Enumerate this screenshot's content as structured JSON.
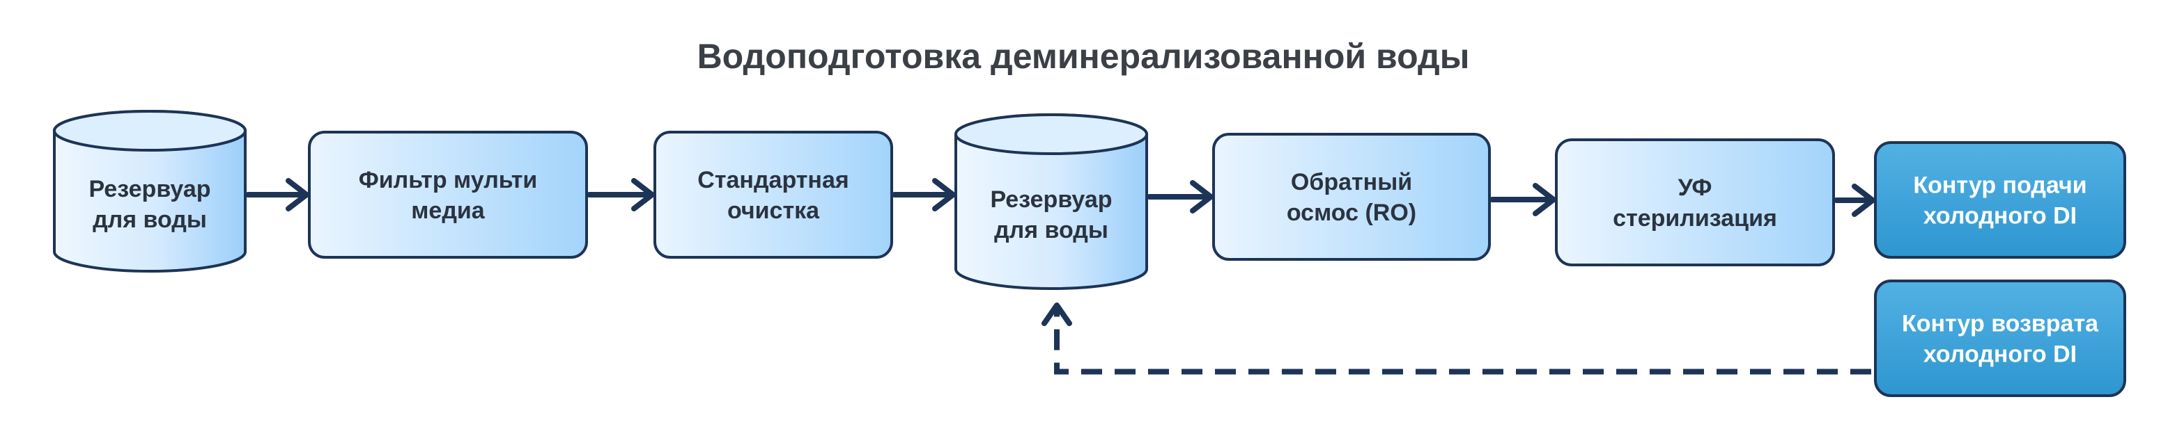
{
  "title": "Водоподготовка деминерализованной воды",
  "colors": {
    "outline": "#1d3457",
    "arrow": "#1d3457",
    "box_light": "#e4f2ff",
    "box_mid": "#a9d7fb",
    "box_dark": "#3aa2d8",
    "text_dark": "#2b3340",
    "text_light": "#ffffff"
  },
  "nodes": [
    {
      "id": "tank1",
      "shape": "cylinder",
      "lines": [
        "Резервуар",
        "для воды"
      ]
    },
    {
      "id": "multimedia",
      "shape": "box",
      "lines": [
        "Фильтр мульти",
        "медиа"
      ]
    },
    {
      "id": "standard",
      "shape": "box",
      "lines": [
        "Стандартная",
        "очистка"
      ]
    },
    {
      "id": "tank2",
      "shape": "cylinder",
      "lines": [
        "Резервуар",
        "для воды"
      ]
    },
    {
      "id": "ro",
      "shape": "box",
      "lines": [
        "Обратный",
        "осмос (RO)"
      ]
    },
    {
      "id": "uv",
      "shape": "box",
      "lines": [
        "УФ",
        "стерилизация"
      ]
    },
    {
      "id": "supply",
      "shape": "box-dark",
      "lines": [
        "Контур подачи",
        "холодного DI"
      ]
    },
    {
      "id": "return",
      "shape": "box-dark",
      "lines": [
        "Контур возврата",
        "холодного DI"
      ]
    }
  ],
  "edges": [
    {
      "from": "tank1",
      "to": "multimedia",
      "style": "solid"
    },
    {
      "from": "multimedia",
      "to": "standard",
      "style": "solid"
    },
    {
      "from": "standard",
      "to": "tank2",
      "style": "solid"
    },
    {
      "from": "tank2",
      "to": "ro",
      "style": "solid"
    },
    {
      "from": "ro",
      "to": "uv",
      "style": "solid"
    },
    {
      "from": "uv",
      "to": "supply",
      "style": "solid"
    },
    {
      "from": "return",
      "to": "tank2",
      "style": "dashed"
    }
  ]
}
